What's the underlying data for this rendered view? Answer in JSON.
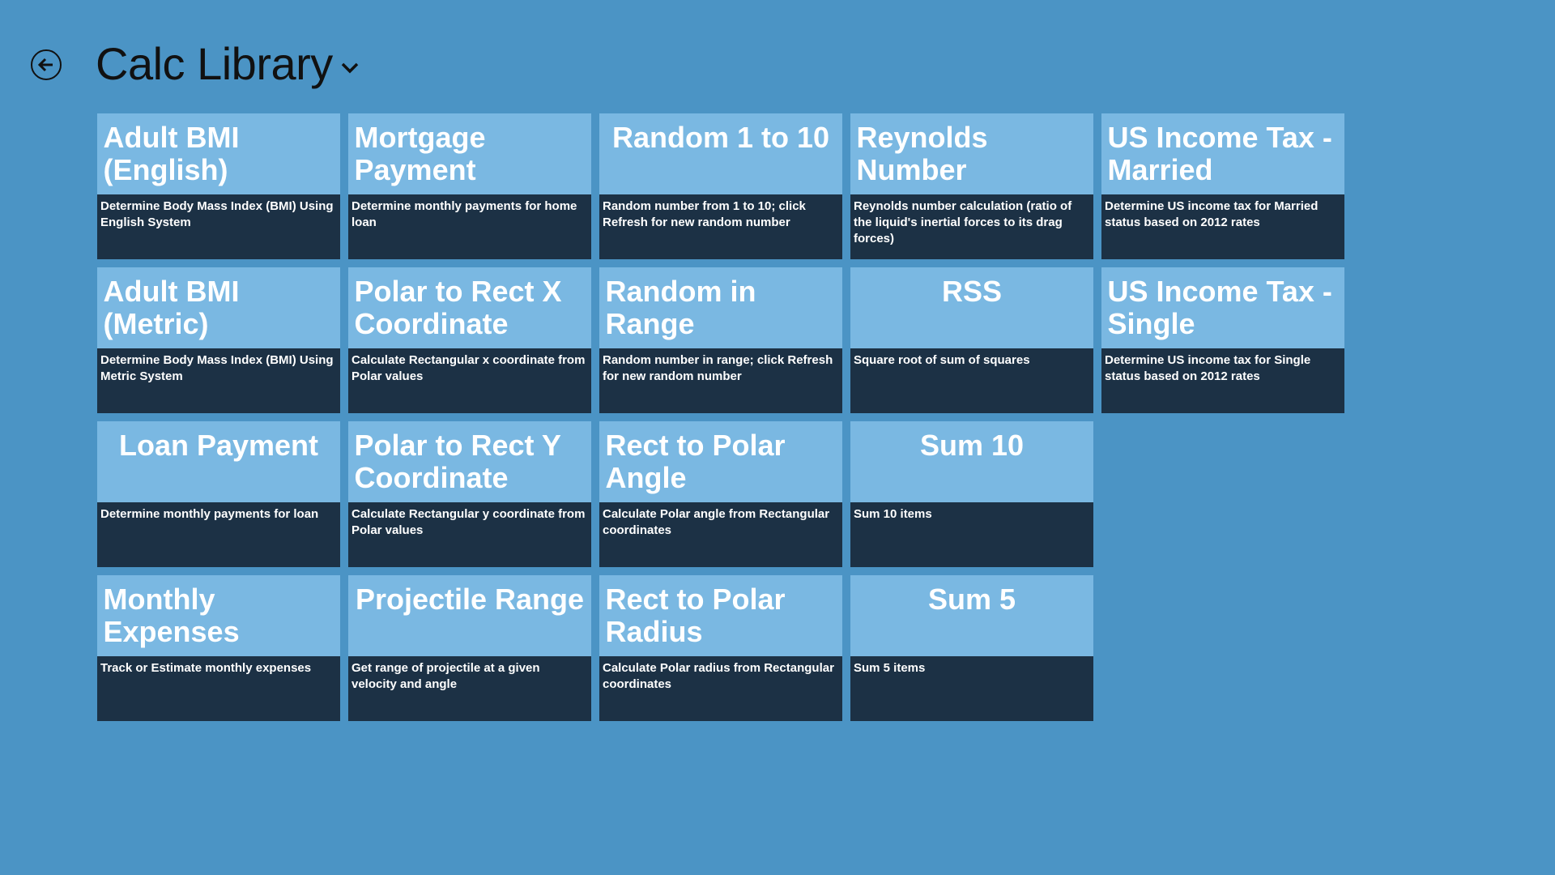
{
  "header": {
    "title": "Calc Library",
    "back_icon": "back-arrow-icon",
    "dropdown_icon": "chevron-down-icon"
  },
  "tiles": [
    {
      "title": "Adult BMI (English)",
      "desc": "Determine Body Mass Index (BMI) Using English System"
    },
    {
      "title": "Adult BMI (Metric)",
      "desc": "Determine Body Mass Index (BMI) Using Metric System"
    },
    {
      "title": "Loan Payment",
      "desc": "Determine monthly payments for loan"
    },
    {
      "title": "Monthly Expenses",
      "desc": "Track or Estimate monthly expenses"
    },
    {
      "title": "Mortgage Payment",
      "desc": "Determine monthly payments for home loan"
    },
    {
      "title": "Polar to Rect X Coordinate",
      "desc": "Calculate Rectangular x coordinate from Polar values"
    },
    {
      "title": "Polar to Rect Y Coordinate",
      "desc": "Calculate Rectangular y coordinate from Polar values"
    },
    {
      "title": "Projectile Range",
      "desc": "Get range of projectile at a given velocity and angle"
    },
    {
      "title": "Random 1 to 10",
      "desc": "Random number from 1 to 10; click Refresh for new random number"
    },
    {
      "title": "Random in Range",
      "desc": "Random number in range; click Refresh for new random number"
    },
    {
      "title": "Rect to Polar Angle",
      "desc": "Calculate Polar angle from Rectangular coordinates"
    },
    {
      "title": "Rect to Polar Radius",
      "desc": "Calculate Polar radius from Rectangular coordinates"
    },
    {
      "title": "Reynolds Number",
      "desc": "Reynolds number calculation (ratio of the liquid's inertial forces to its drag forces)"
    },
    {
      "title": "RSS",
      "desc": "Square root of sum of squares"
    },
    {
      "title": "Sum 10",
      "desc": "Sum 10 items"
    },
    {
      "title": "Sum 5",
      "desc": "Sum 5 items"
    },
    {
      "title": "US Income Tax - Married",
      "desc": "Determine US income tax for Married status based on 2012 rates"
    },
    {
      "title": "US Income Tax - Single",
      "desc": "Determine US income tax for Single status based on 2012 rates"
    }
  ]
}
